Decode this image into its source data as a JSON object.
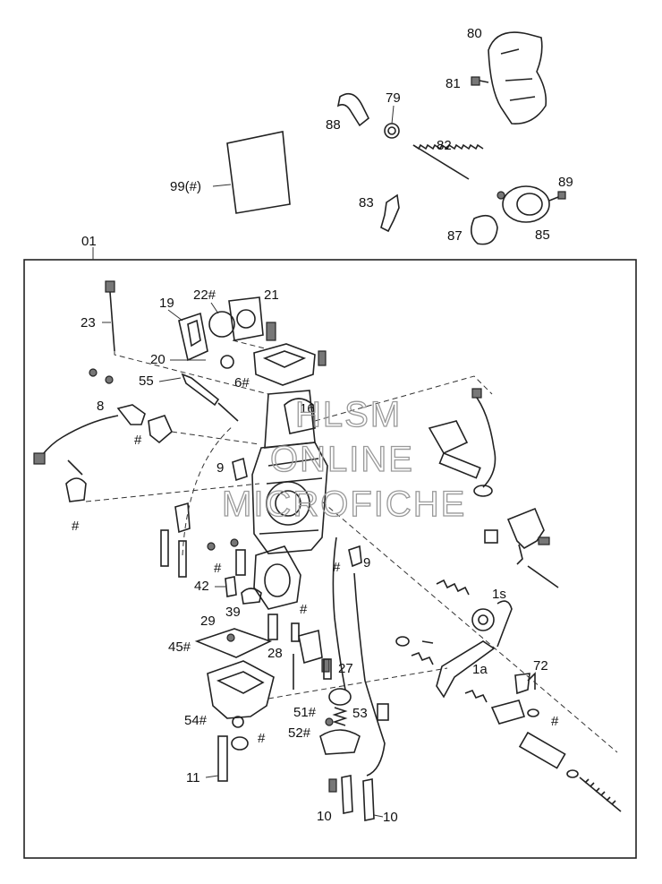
{
  "watermark": [
    "HLSM",
    "ONLINE",
    "MICROFICHE"
  ],
  "assembly_label": "01",
  "labels": {
    "p80": "80",
    "p81": "81",
    "p79": "79",
    "p88": "88",
    "p82": "82",
    "p99": "99(#)",
    "p83": "83",
    "p89": "89",
    "p87": "87",
    "p85": "85",
    "p19": "19",
    "p22": "22#",
    "p21": "21",
    "p23": "23",
    "p20": "20",
    "p55": "55",
    "p6": "6#",
    "p16": "16",
    "p8": "8",
    "h_8a": "#",
    "h_8b": "#",
    "p9a": "9",
    "p9b": "9",
    "h_9b": "#",
    "h_mid": "#",
    "p42": "42",
    "p39": "39",
    "h_39": "#",
    "p29": "29",
    "p45": "45#",
    "p28": "28",
    "p27": "27",
    "p54": "54#",
    "h_54": "#",
    "p51": "51#",
    "p53": "53",
    "p52": "52#",
    "p11": "11",
    "p10a": "10",
    "p10b": "10",
    "p72": "72",
    "h_72": "#",
    "p1s": "1s",
    "p1a": "1a"
  },
  "colors": {
    "ink": "#222222",
    "watermark": "#999999"
  }
}
